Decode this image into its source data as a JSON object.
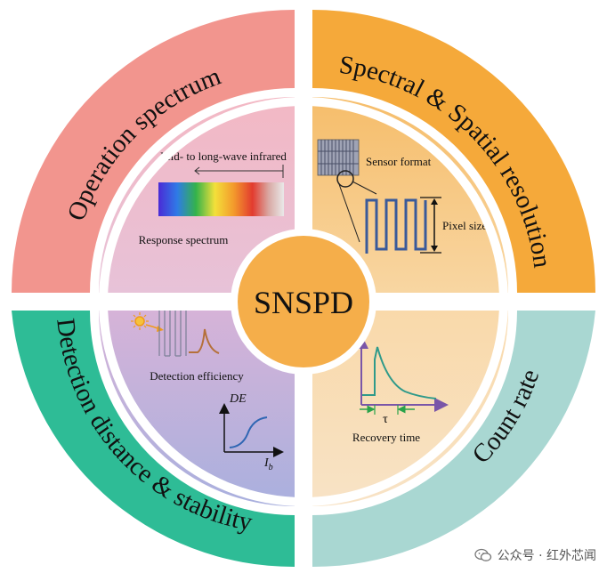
{
  "center": {
    "label": "SNSPD"
  },
  "quadrants": {
    "top_left": {
      "title": "Operation spectrum",
      "spectrum_label": "Mid- to long-wave infrared",
      "caption": "Response spectrum",
      "outer_color": "#f2958e",
      "inner_color": "#f3c0cc"
    },
    "top_right": {
      "title": "Spectral & Spatial resolution",
      "sensor_label": "Sensor format",
      "pixel_label": "Pixel size",
      "outer_color": "#f5a93a",
      "inner_color": "#f7cd8a"
    },
    "bottom_left": {
      "title": "Detection distance & stability",
      "caption": "Detection efficiency",
      "y_axis": "DE",
      "x_axis": "I",
      "x_axis_sub": "b",
      "outer_color": "#2ebc96",
      "inner_color": "#c7b4dc"
    },
    "bottom_right": {
      "title": "Count rate",
      "tau": "τ",
      "caption": "Recovery time",
      "outer_color": "#a9d7d2",
      "inner_color": "#f7d8ad"
    }
  },
  "watermark": {
    "text": "公众号 · 红外芯闻"
  }
}
